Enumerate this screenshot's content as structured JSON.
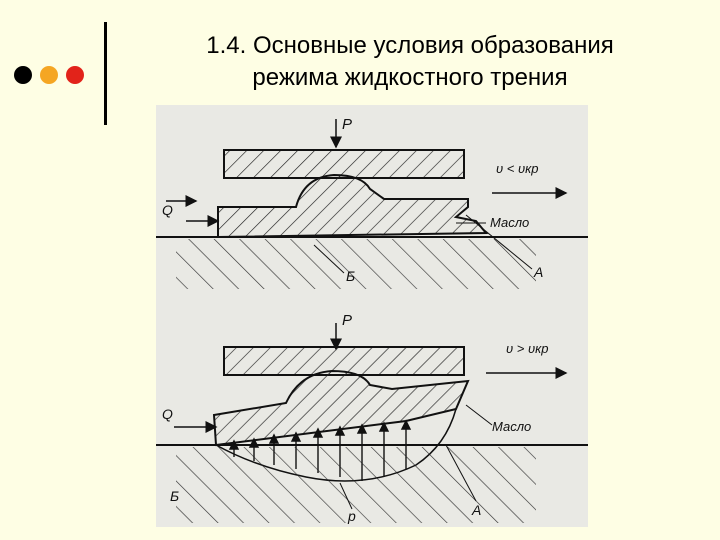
{
  "slide": {
    "title_line1": "1.4. Основные условия образования",
    "title_line2": "режима жидкостного трения"
  },
  "bullets": [
    {
      "color": "#000000"
    },
    {
      "color": "#F5A623"
    },
    {
      "color": "#E2231A"
    }
  ],
  "figure": {
    "top": {
      "load": "P",
      "flow": "Q",
      "speed": "υ < υкр",
      "oil": "Масло",
      "mark_a": "А",
      "mark_b": "Б"
    },
    "bottom": {
      "load": "P",
      "flow": "Q",
      "speed": "υ > υкр",
      "oil": "Масло",
      "mark_a": "А",
      "mark_b": "Б",
      "pressure": "p"
    }
  },
  "colors": {
    "background": "#FEFEE4",
    "figure_bg": "#E9E9E4",
    "ink": "#1A1A1A"
  }
}
